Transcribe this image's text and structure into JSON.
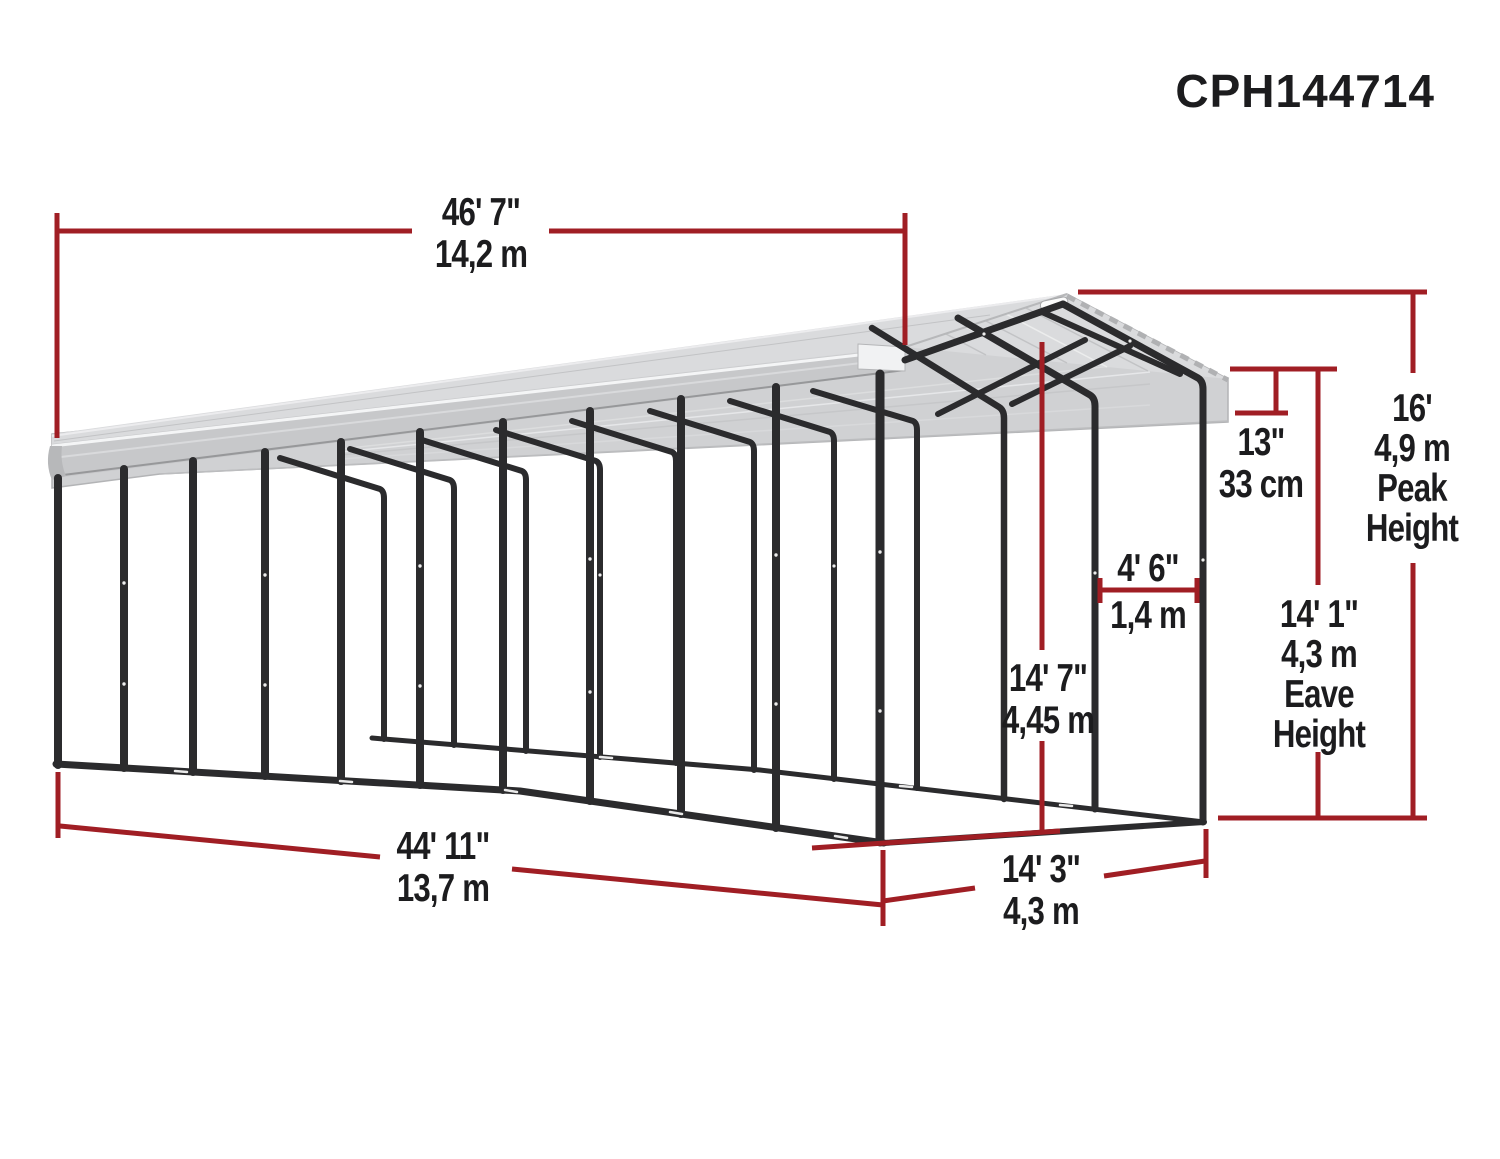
{
  "product_code": "CPH144714",
  "colors": {
    "dimension_red": "#A01E24",
    "frame_dark": "#2B2B2D",
    "roof_gray": "#D0D1D3",
    "text_black": "#1C1C1E"
  },
  "dimensions": {
    "overall_length": {
      "imperial": "46' 7\"",
      "metric": "14,2 m"
    },
    "base_length": {
      "imperial": "44' 11\"",
      "metric": "13,7 m"
    },
    "base_depth": {
      "imperial": "14' 3\"",
      "metric": "4,3 m"
    },
    "rafter_spacing": {
      "imperial": "4' 6\"",
      "metric": "1,4 m"
    },
    "interior_clearance": {
      "imperial": "14' 7\"",
      "metric": "4,45 m"
    },
    "roof_edge": {
      "imperial": "13\"",
      "metric": "33 cm"
    },
    "peak_height": {
      "imperial": "16'",
      "metric": "4,9 m",
      "caption_line1": "Peak",
      "caption_line2": "Height"
    },
    "eave_height": {
      "imperial": "14' 1\"",
      "metric": "4,3 m",
      "caption_line1": "Eave",
      "caption_line2": "Height"
    }
  }
}
